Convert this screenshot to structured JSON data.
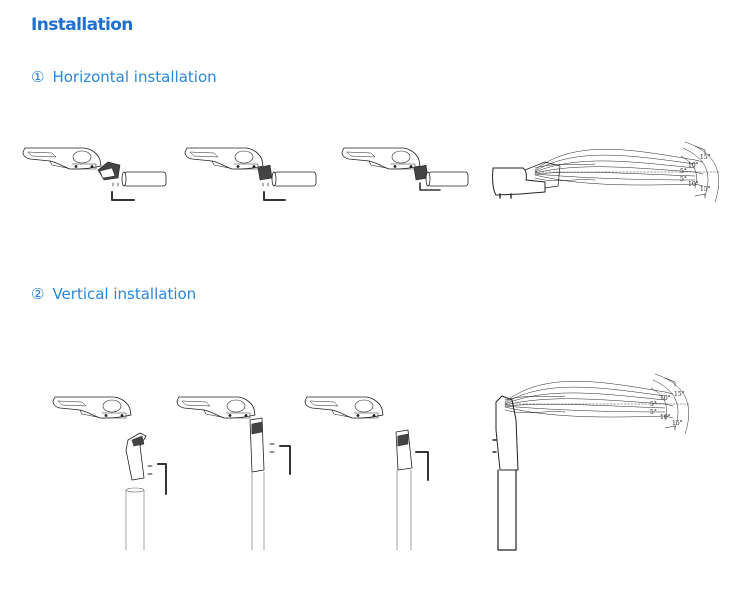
{
  "page": {
    "title": "Installation"
  },
  "sections": {
    "horizontal": {
      "number": "①",
      "label": "Horizontal installation"
    },
    "vertical": {
      "number": "②",
      "label": "Vertical installation"
    }
  },
  "angles": {
    "horizontal": [
      "15°",
      "10°",
      "5°",
      "5°",
      "10°",
      "15°"
    ],
    "vertical": [
      "10°",
      "15°",
      "5°",
      "5°",
      "10°",
      "15°"
    ]
  },
  "colors": {
    "heading": "#1e6fd0",
    "section": "#2a86d8",
    "line": "#222222"
  }
}
